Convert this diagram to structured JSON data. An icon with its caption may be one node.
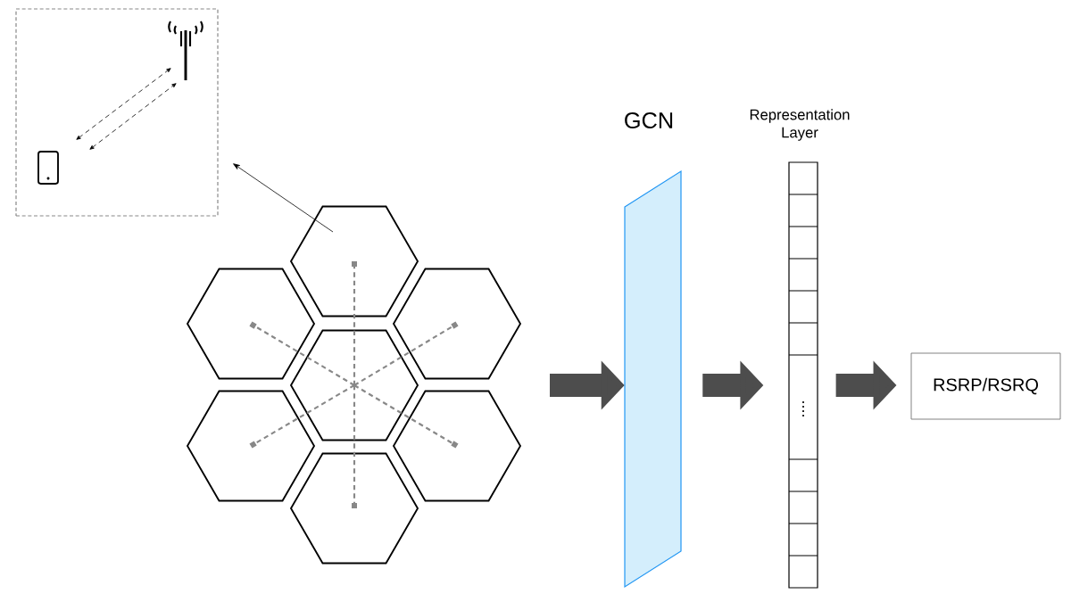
{
  "diagram": {
    "nodes": [
      {
        "text": [],
        "shape": "box"
      },
      {
        "text": [],
        "shape": "picture",
        "in": 0
      },
      {
        "text": [],
        "shape": "picture",
        "in": 0
      },
      {
        "text": [],
        "shape": "hexagon"
      },
      {
        "text": [],
        "shape": "hexagon"
      },
      {
        "text": [],
        "shape": "hexagon"
      },
      {
        "text": [],
        "shape": "hexagon"
      },
      {
        "text": [],
        "shape": "hexagon"
      },
      {
        "text": [],
        "shape": "hexagon"
      },
      {
        "text": [],
        "shape": "hexagon"
      },
      {
        "text": [
          "GCN"
        ]
      },
      {
        "text": [
          "Representation Layer"
        ]
      },
      {
        "text": [
          "RSRP/RSRQ"
        ]
      }
    ],
    "edges": [
      {
        "from": 3,
        "to": 0,
        "arrow": "to",
        "color": "#000000"
      },
      {
        "from": 2,
        "to": 1,
        "arrow": "both",
        "style": "dashed",
        "color": "#000000"
      },
      {
        "from": 2,
        "to": 1,
        "arrow": "both",
        "style": "dashed",
        "color": "#000000"
      },
      {
        "from": 6,
        "to": 3,
        "arrow": "other",
        "style": "dashed",
        "color": "#888888"
      },
      {
        "from": 6,
        "to": 4,
        "arrow": "other",
        "style": "dashed",
        "color": "#888888"
      },
      {
        "from": 6,
        "to": 5,
        "arrow": "other",
        "style": "dashed",
        "color": "#888888"
      },
      {
        "from": 6,
        "to": 7,
        "arrow": "other",
        "style": "dashed",
        "color": "#888888"
      },
      {
        "from": 6,
        "to": 8,
        "arrow": "other",
        "style": "dashed",
        "color": "#888888"
      },
      {
        "from": 6,
        "to": 9,
        "arrow": "other",
        "style": "dashed",
        "color": "#888888"
      },
      {
        "from": null,
        "to": 10,
        "arrow": "to",
        "style": "thick",
        "color": "#4d4d4d"
      },
      {
        "from": 10,
        "to": 11,
        "arrow": "to",
        "style": "thick",
        "color": "#4d4d4d"
      },
      {
        "from": 11,
        "to": 12,
        "arrow": "to",
        "style": "thick",
        "color": "#4d4d4d"
      }
    ]
  }
}
